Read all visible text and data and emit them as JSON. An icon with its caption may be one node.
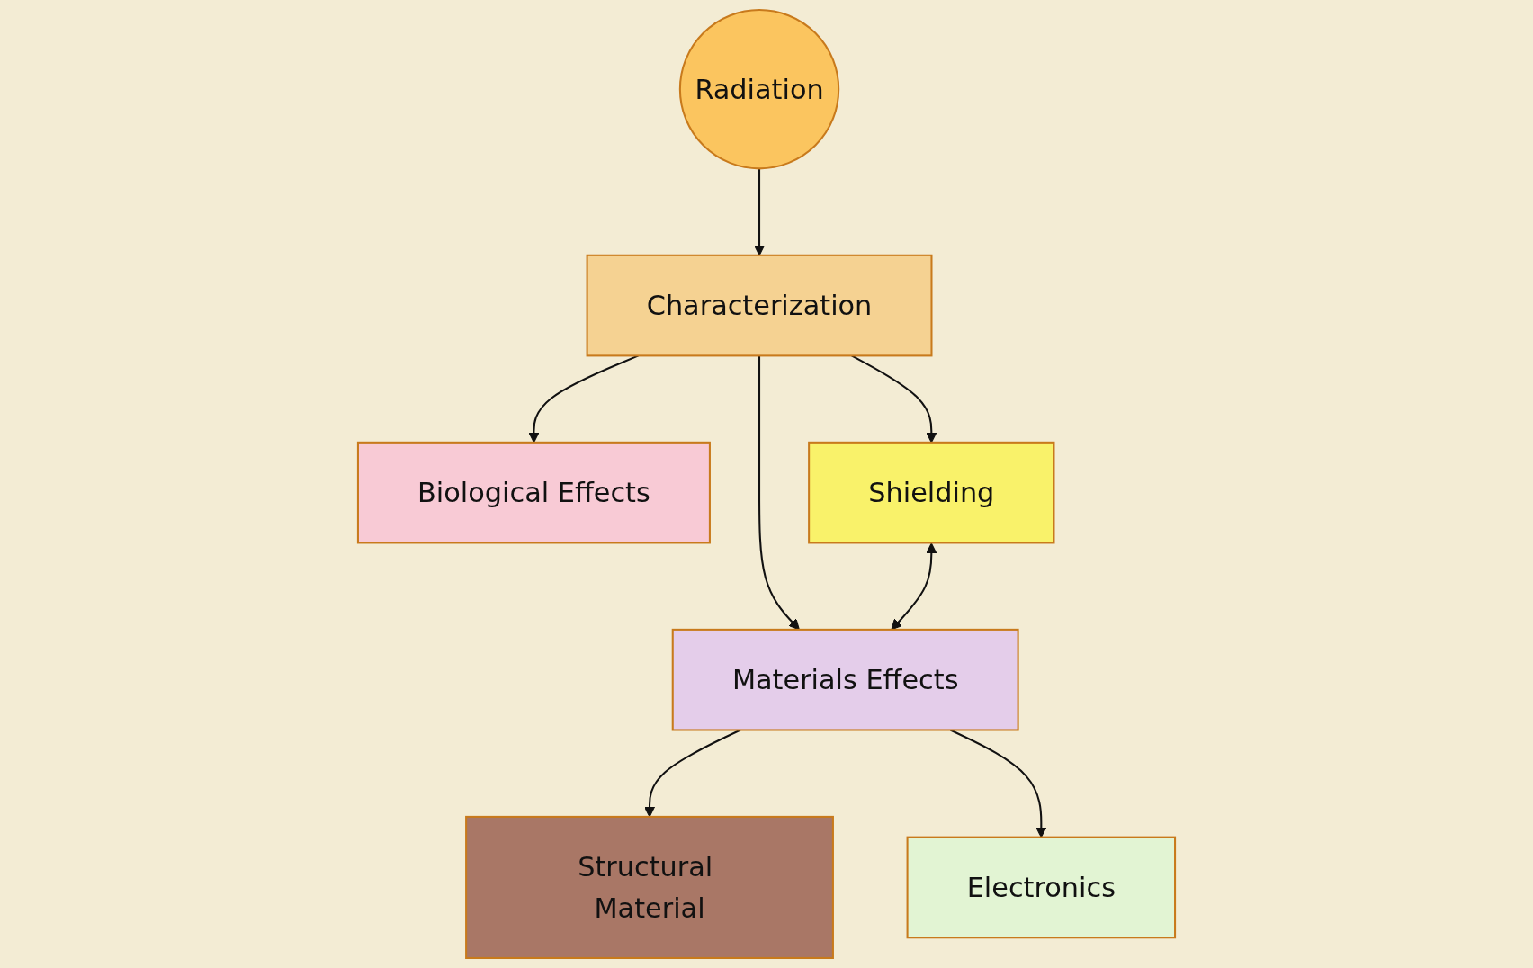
{
  "diagram": {
    "nodes": [
      {
        "text": [
          "Radiation"
        ]
      },
      {
        "text": [
          "Characterization"
        ]
      },
      {
        "text": [
          "Biological Effects"
        ]
      },
      {
        "text": [
          "Shielding"
        ]
      },
      {
        "text": [
          "Materials Effects"
        ]
      },
      {
        "text": [
          "Structural Material"
        ]
      },
      {
        "text": [
          "Electronics"
        ]
      }
    ],
    "edges": [
      {
        "from": 0,
        "to": 1,
        "arrow": "to"
      },
      {
        "from": 1,
        "to": 2,
        "arrow": "to"
      },
      {
        "from": 1,
        "to": 3,
        "arrow": "to"
      },
      {
        "from": 1,
        "to": 4,
        "arrow": "to"
      },
      {
        "from": 3,
        "to": 4,
        "arrow": "both"
      },
      {
        "from": 4,
        "to": 5,
        "arrow": "to"
      },
      {
        "from": 4,
        "to": 6,
        "arrow": "to"
      }
    ]
  }
}
